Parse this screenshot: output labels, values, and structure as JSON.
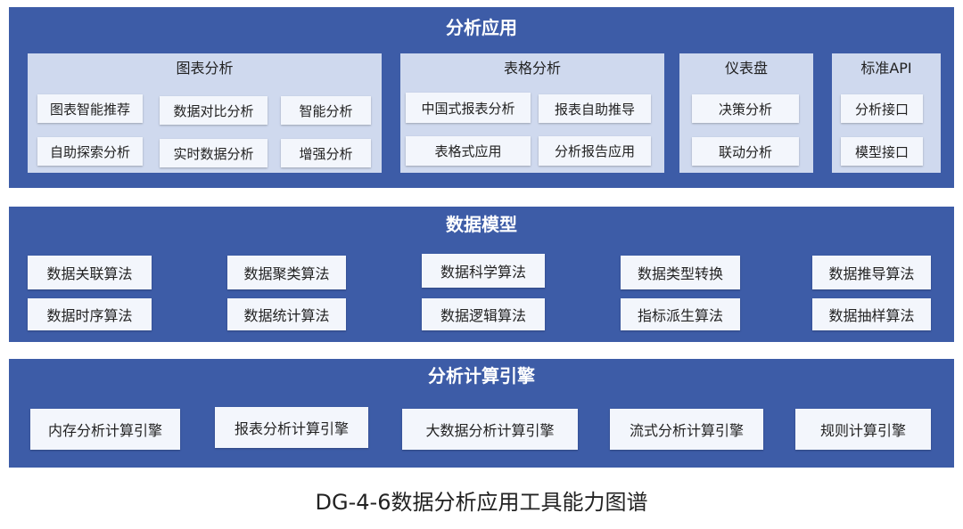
{
  "application_layer": {
    "title": "分析应用",
    "chart_analysis": {
      "title": "图表分析",
      "items": [
        "图表智能推荐",
        "数据对比分析",
        "智能分析",
        "自助探索分析",
        "实时数据分析",
        "增强分析"
      ]
    },
    "table_analysis": {
      "title": "表格分析",
      "items": [
        "中国式报表分析",
        "报表自助推导",
        "表格式应用",
        "分析报告应用"
      ]
    },
    "dashboard": {
      "title": "仪表盘",
      "items": [
        "决策分析",
        "联动分析"
      ]
    },
    "standard_api": {
      "title": "标准API",
      "items": [
        "分析接口",
        "模型接口"
      ]
    }
  },
  "model_layer": {
    "title": "数据模型",
    "items": [
      "数据关联算法",
      "数据聚类算法",
      "数据科学算法",
      "数据类型转换",
      "数据推导算法",
      "数据时序算法",
      "数据统计算法",
      "数据逻辑算法",
      "指标派生算法",
      "数据抽样算法"
    ]
  },
  "engine_layer": {
    "title": "分析计算引擎",
    "items": [
      "内存分析计算引擎",
      "报表分析计算引擎",
      "大数据分析计算引擎",
      "流式分析计算引擎",
      "规则计算引擎"
    ]
  },
  "caption": "DG-4-6数据分析应用工具能力图谱",
  "colors": {
    "layer_bg": "#3d5ca7",
    "panel_bg": "#cfd9ee",
    "box_bg": "#f3f6fc"
  }
}
